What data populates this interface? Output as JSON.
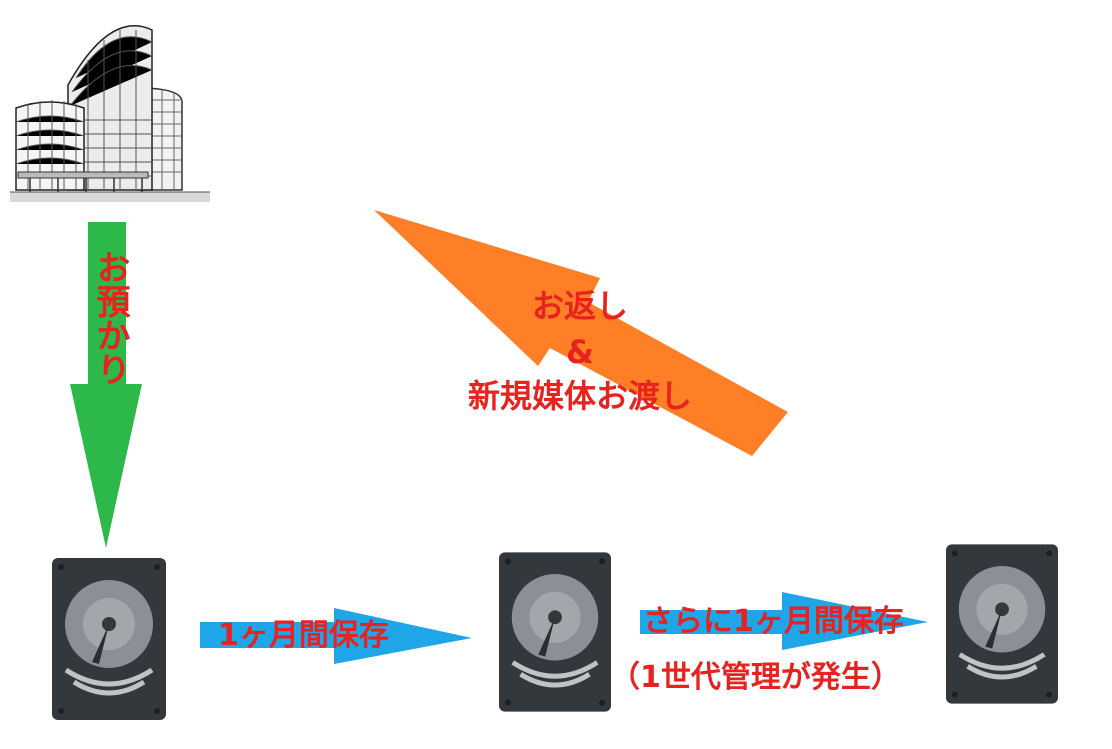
{
  "diagram": {
    "colors": {
      "deposit_arrow": "#2db84a",
      "return_arrow": "#ff7f27",
      "storage_arrow": "#1ea6e8",
      "label_text": "#e8231f",
      "disk_body": "#33383d",
      "disk_platter": "#8b9096"
    },
    "nodes": {
      "building": {
        "icon": "office-building-sketch"
      },
      "disk_1": {
        "icon": "hard-disk-icon"
      },
      "disk_2": {
        "icon": "hard-disk-icon"
      },
      "disk_3": {
        "icon": "hard-disk-icon"
      }
    },
    "arrows": {
      "deposit": {
        "label": "お預かり",
        "direction": "down"
      },
      "return": {
        "label_line1": "お返し",
        "label_line2": "&",
        "label_line3": "新規媒体お渡し",
        "direction": "up-left"
      },
      "storage_1": {
        "label": "1ヶ月間保存",
        "direction": "right"
      },
      "storage_2": {
        "label": "さらに1ヶ月間保存",
        "note": "（1世代管理が発生）",
        "direction": "right"
      }
    }
  }
}
